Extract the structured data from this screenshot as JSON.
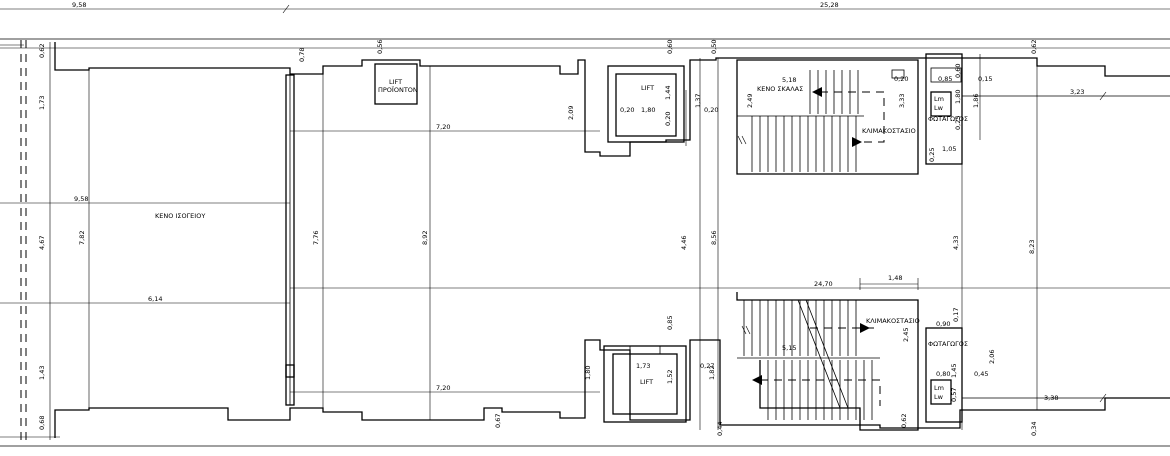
{
  "labels": {
    "lift_proionton": [
      "LIFT",
      "ΠΡΟΪΟΝΤΟΝ"
    ],
    "lift_top": "LIFT",
    "lift_bottom": "LIFT",
    "keno_skalas": "ΚΕΝΟ ΣΚΑΛΑΣ",
    "keno_isogeiou": "ΚΕΝΟ ΙΣΟΓΕΙΟΥ",
    "klimakostasio_top": "ΚΛΙΜΑΚΟΣΤΑΣΙΟ",
    "klimakostasio_bottom": "ΚΛΙΜΑΚΟΣΤΑΣΙΟ",
    "fotagogos_top": "ΦΩΤΑΓΩΓΟΣ",
    "fotagogos_bottom": "ΦΩΤΑΓΩΓΟΣ",
    "lm_top": [
      "Lm",
      "Lw"
    ],
    "lm_bottom": [
      "Lm",
      "Lw"
    ]
  },
  "dimensions": {
    "top_left": "9,58",
    "top_total": "25,28",
    "d_062_left": "0,62",
    "d_173": "1,73",
    "d_467": "4,67",
    "d_143": "1,43",
    "d_068": "0,68",
    "d_782": "7,82",
    "d_958_mid": "9,58",
    "d_614": "6,14",
    "d_776": "7,76",
    "d_078": "0,78",
    "d_056": "0,56",
    "d_720_top": "7,20",
    "d_720_bottom": "7,20",
    "d_892": "8,92",
    "d_209": "2,09",
    "d_020a": "0,20",
    "d_180_top": "1,80",
    "d_020b": "0,20",
    "d_020c": "0,20",
    "d_144": "1,44",
    "d_060a": "0,60",
    "d_050": "0,50",
    "d_137": "1,37",
    "d_249": "2,49",
    "d_518": "5,18",
    "d_020d": "0,20",
    "d_085": "0,85",
    "d_015": "0,15",
    "d_060b": "0,60",
    "d_323": "3,23",
    "d_062_right": "0,62",
    "d_333": "3,33",
    "d_180_r": "1,80",
    "d_186": "1,86",
    "d_025": "0,25",
    "d_105": "1,05",
    "d_025b": "0,25",
    "d_446": "4,46",
    "d_856": "8,56",
    "d_433": "4,33",
    "d_823": "8,23",
    "d_2470": "24,70",
    "d_148": "1,48",
    "d_085b": "0,85",
    "d_090": "0,90",
    "d_017": "0,17",
    "d_245": "2,45",
    "d_515": "5,15",
    "d_027": "0,27",
    "d_173b": "1,73",
    "d_180_b": "1,80",
    "d_152": "1,52",
    "d_182": "1,82",
    "d_080": "0,80",
    "d_045": "0,45",
    "d_145": "1,45",
    "d_206": "2,06",
    "d_338": "3,38",
    "d_067": "0,67",
    "d_044": "0,44",
    "d_062_bot": "0,62",
    "d_034": "0,34",
    "d_057": "0,57"
  }
}
